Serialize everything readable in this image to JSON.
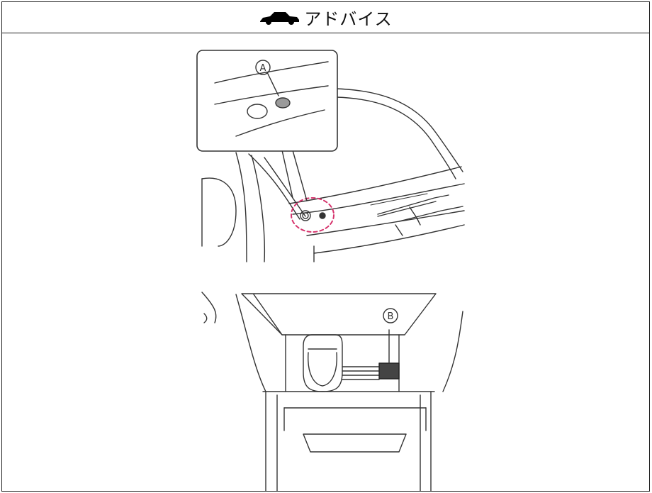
{
  "header": {
    "icon": "car-icon",
    "title": "アドバイス"
  },
  "illustration_top": {
    "callout_label": "A"
  },
  "illustration_bottom": {
    "callout_label": "B"
  },
  "colors": {
    "border": "#222222",
    "highlight_circle": "#d6336c",
    "sensor_fill": "#9a9a9a"
  }
}
